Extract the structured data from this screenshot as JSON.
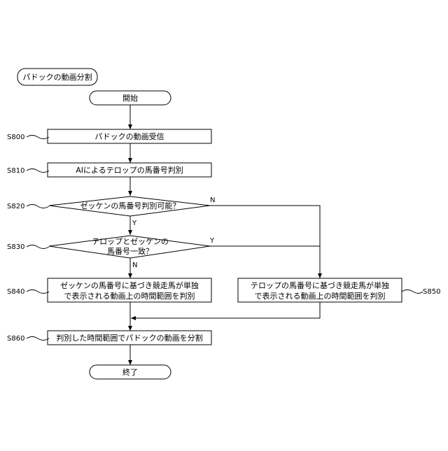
{
  "title": "パドックの動画分割",
  "nodes": {
    "start": "開始",
    "s800": "パドックの動画受信",
    "s810": "AIによるテロップの馬番号判別",
    "s820": "ゼッケンの馬番号判別可能？",
    "s830_line1": "テロップとゼッケンの",
    "s830_line2": "馬番号一致？",
    "s840_line1": "ゼッケンの馬番号に基づき競走馬が単独",
    "s840_line2": "で表示される動画上の時間範囲を判別",
    "s850_line1": "テロップの馬番号に基づき競走馬が単独",
    "s850_line2": "で表示される動画上の時間範囲を判別",
    "s860": "判別した時間範囲でパドックの動画を分割",
    "end": "終了"
  },
  "steps": {
    "s800": "S800",
    "s810": "S810",
    "s820": "S820",
    "s830": "S830",
    "s840": "S840",
    "s850": "S850",
    "s860": "S860"
  },
  "branches": {
    "s820_no": "N",
    "s820_yes": "Y",
    "s830_yes": "Y",
    "s830_no": "N"
  }
}
